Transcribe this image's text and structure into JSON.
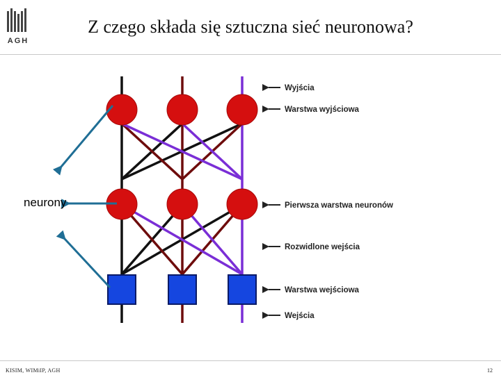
{
  "slide": {
    "title": "Z czego składa się sztuczna sieć neuronowa?",
    "logo_text": "AGH",
    "footer_left": "KISIM, WIMiIP, AGH",
    "page_number": "12",
    "callout_label": "neurony"
  },
  "layer_labels": [
    "Wyjścia",
    "Warstwa wyjściowa",
    "Pierwsza warstwa neuronów",
    "Rozwidlone wejścia",
    "Warstwa wejściowa",
    "Wejścia"
  ],
  "colors": {
    "neuron_fill": "#d50f0f",
    "input_fill": "#1546e0",
    "line_black": "#111111",
    "line_darkred": "#6e0c0c",
    "line_purple": "#7a2ed6",
    "callout_arrow": "#1f6e95"
  }
}
